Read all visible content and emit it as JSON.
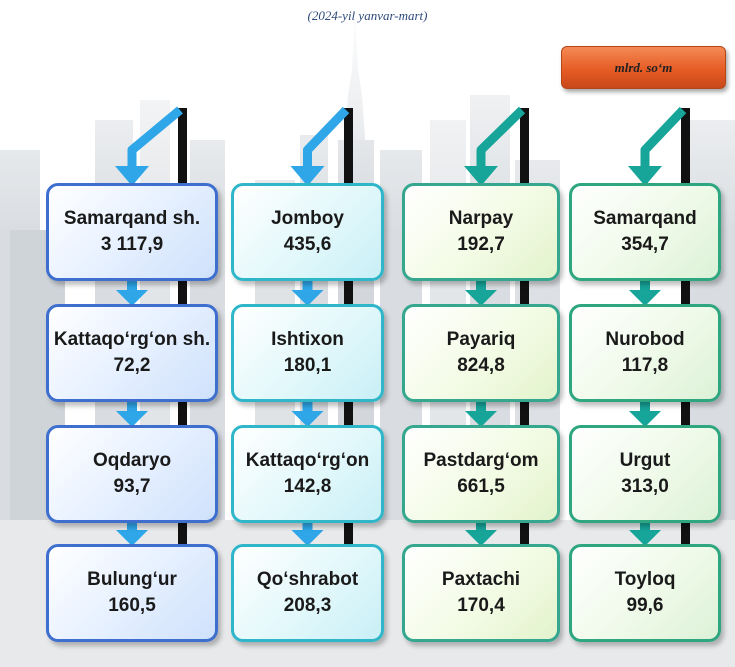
{
  "subtitle": "(2024-yil yanvar-mart)",
  "unit_label": "mlrd. so‘m",
  "colors": {
    "column_1": "#3e6fcf",
    "column_2": "#2fb6c9",
    "column_3": "#34a78e",
    "column_4": "#2ea67f",
    "arrow_blue": "#2ea6e8",
    "arrow_teal": "#17a59a",
    "unit_box": "#e65c25"
  },
  "columns": [
    {
      "items": [
        {
          "name": "Samarqand sh.",
          "value": "3 117,9"
        },
        {
          "name": "Kattaqo‘rg‘on sh.",
          "value": "72,2"
        },
        {
          "name": "Oqdaryo",
          "value": "93,7"
        },
        {
          "name": "Bulung‘ur",
          "value": "160,5"
        }
      ]
    },
    {
      "items": [
        {
          "name": "Jomboy",
          "value": "435,6"
        },
        {
          "name": "Ishtixon",
          "value": "180,1"
        },
        {
          "name": "Kattaqo‘rg‘on",
          "value": "142,8"
        },
        {
          "name": "Qo‘shrabot",
          "value": "208,3"
        }
      ]
    },
    {
      "items": [
        {
          "name": "Narpay",
          "value": "192,7"
        },
        {
          "name": "Payariq",
          "value": "824,8"
        },
        {
          "name": "Pastdarg‘om",
          "value": "661,5"
        },
        {
          "name": "Paxtachi",
          "value": "170,4"
        }
      ]
    },
    {
      "items": [
        {
          "name": "Samarqand",
          "value": "354,7"
        },
        {
          "name": "Nurobod",
          "value": "117,8"
        },
        {
          "name": "Urgut",
          "value": "313,0"
        },
        {
          "name": "Toyloq",
          "value": "99,6"
        }
      ]
    }
  ]
}
